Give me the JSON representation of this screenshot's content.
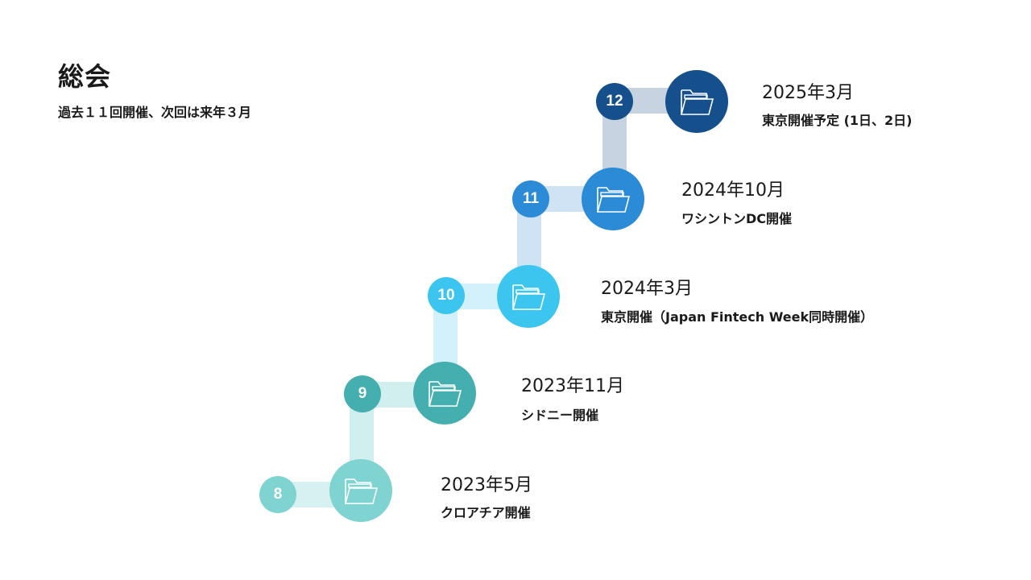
{
  "header": {
    "title": "総会",
    "subtitle": "過去１１回開催、次回は来年３月"
  },
  "events": [
    {
      "number": "8",
      "date": "2023年5月",
      "desc": "クロアチア開催",
      "color": "#7fd3d1",
      "link_color": "#d7f1f0",
      "icon": "folder-icon"
    },
    {
      "number": "9",
      "date": "2023年11月",
      "desc": "シドニー開催",
      "color": "#45aeae",
      "link_color": "#d2efef",
      "icon": "folder-icon"
    },
    {
      "number": "10",
      "date": "2024年3月",
      "desc": "東京開催（Japan Fintech Week同時開催）",
      "color": "#3cc6ef",
      "link_color": "#d3f1fb",
      "icon": "folder-icon"
    },
    {
      "number": "11",
      "date": "2024年10月",
      "desc": "ワシントンDC開催",
      "color": "#2b8bd6",
      "link_color": "#cfe3f4",
      "icon": "folder-icon"
    },
    {
      "number": "12",
      "date": "2025年3月",
      "desc": "東京開催予定 (1日、2日)",
      "color": "#154f8c",
      "link_color": "#c7d3e1",
      "icon": "folder-icon"
    }
  ]
}
